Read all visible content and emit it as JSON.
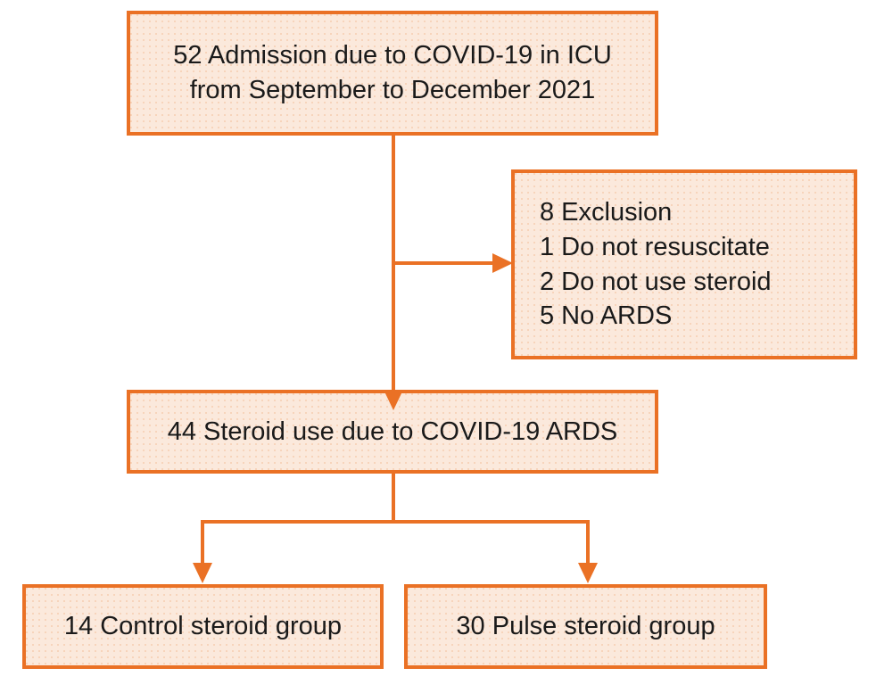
{
  "diagram": {
    "title": "COVID-19 ICU steroid study patient flow",
    "colors": {
      "border": "#ea7125",
      "fill": "#fbe9dc",
      "arrow": "#ea7125",
      "text": "#1a1a1a",
      "background": "#ffffff"
    },
    "nodes": {
      "admission": {
        "label": "52 Admission due to COVID-19 in ICU\nfrom September to December 2021",
        "count": 52
      },
      "exclusion": {
        "label": "8 Exclusion\n   1 Do not resuscitate\n   2 Do not use steroid\n   5 No ARDS",
        "count": 8,
        "reasons": [
          {
            "count": 1,
            "label": "Do not resuscitate"
          },
          {
            "count": 2,
            "label": "Do not use steroid"
          },
          {
            "count": 5,
            "label": "No ARDS"
          }
        ]
      },
      "steroid_use": {
        "label": "44 Steroid use due to COVID-19 ARDS",
        "count": 44
      },
      "control_group": {
        "label": "14 Control steroid group",
        "count": 14
      },
      "pulse_group": {
        "label": "30 Pulse steroid group",
        "count": 30
      }
    },
    "connectors": [
      {
        "from": "admission",
        "to": "exclusion",
        "kind": "arrow-right"
      },
      {
        "from": "admission",
        "to": "steroid_use",
        "kind": "arrow-down"
      },
      {
        "from": "steroid_use",
        "to": "control_group",
        "kind": "arrow-down"
      },
      {
        "from": "steroid_use",
        "to": "pulse_group",
        "kind": "arrow-down"
      }
    ]
  }
}
